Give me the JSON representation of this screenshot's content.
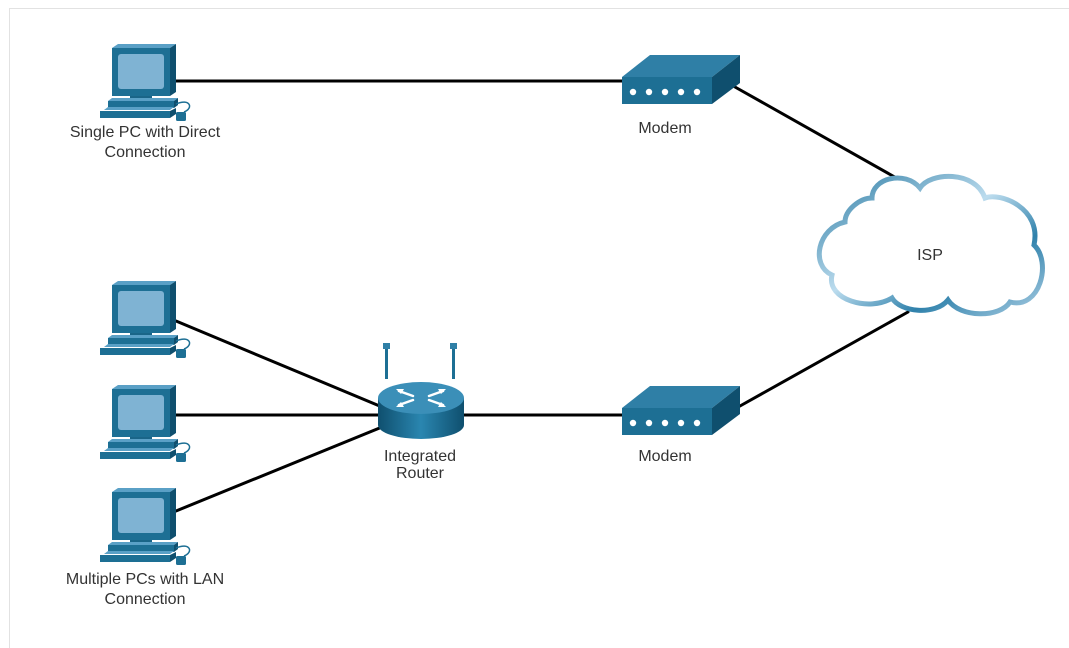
{
  "nodes": {
    "pc_single": {
      "label_line1": "Single PC with Direct",
      "label_line2": "Connection"
    },
    "pc_lan": {
      "label_line1": "Multiple PCs with LAN",
      "label_line2": "Connection"
    },
    "router": {
      "label_line1": "Integrated",
      "label_line2": "Router"
    },
    "modem_top": {
      "label": "Modem"
    },
    "modem_bottom": {
      "label": "Modem"
    },
    "isp": {
      "label": "ISP"
    }
  },
  "colors": {
    "device_blue": "#1d6f94",
    "device_dark": "#0f4f6e",
    "screen": "#7fb3d3",
    "cloud_dark": "#2b7ba3",
    "cloud_light": "#a9cde3",
    "link": "#000000"
  },
  "icons": [
    "pc-icon",
    "modem-icon",
    "router-icon",
    "cloud-icon"
  ]
}
